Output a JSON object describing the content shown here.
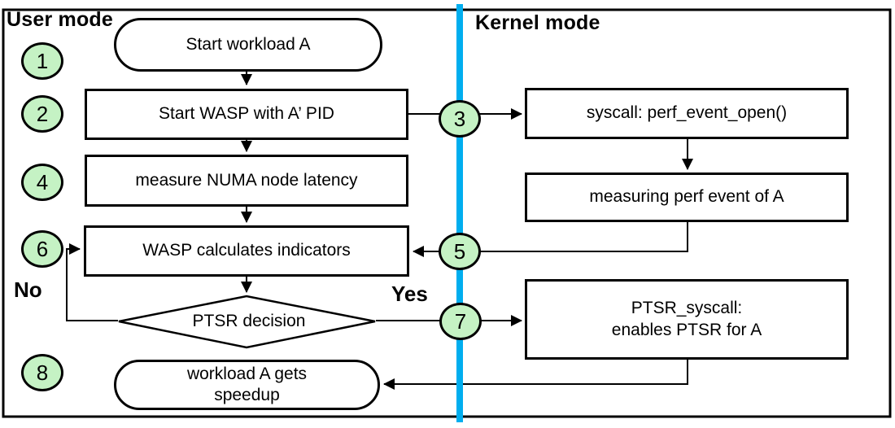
{
  "labels": {
    "user_mode": "User mode",
    "kernel_mode": "Kernel mode",
    "no": "No",
    "yes": "Yes"
  },
  "steps": [
    "1",
    "2",
    "3",
    "4",
    "5",
    "6",
    "7",
    "8"
  ],
  "nodes": {
    "start_workload": "Start workload A",
    "start_wasp": "Start WASP with A’ PID",
    "measure_numa": "measure NUMA node latency",
    "wasp_calculates": "WASP calculates indicators",
    "ptsr_decision": "PTSR decision",
    "workload_speedup_line1": "workload A gets",
    "workload_speedup_line2": "speedup",
    "syscall_perf": "syscall: perf_event_open()",
    "measuring_perf": "measuring perf event of A",
    "ptsr_syscall_line1": "PTSR_syscall:",
    "ptsr_syscall_line2": "enables PTSR for A"
  },
  "colors": {
    "circle_fill": "#C5F2C4",
    "divider": "#00AEEF",
    "outline": "#000000"
  }
}
